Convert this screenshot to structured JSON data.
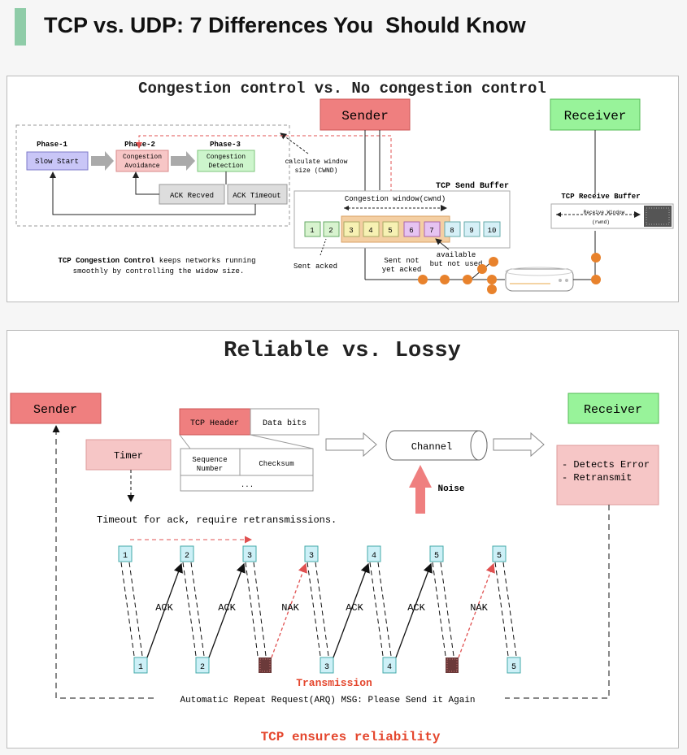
{
  "page": {
    "title": "TCP vs. UDP: 7 Differences You  Should Know"
  },
  "top": {
    "heading": "Congestion control vs. No congestion control",
    "sender": "Sender",
    "receiver": "Receiver",
    "phases": [
      {
        "phase": "Phase-1",
        "label": "Slow Start"
      },
      {
        "phase": "Phase-2",
        "label": "Congestion Avoidance"
      },
      {
        "phase": "Phase-3",
        "label": "Congestion Detection"
      }
    ],
    "ack_recved": "ACK Recved",
    "ack_timeout": "ACK Timeout",
    "calc_window_1": "calculate window",
    "calc_window_2": "size (CWND)",
    "send_buffer_title": "TCP Send Buffer",
    "cwnd_label": "Congestion window(cwnd)",
    "packets": [
      "1",
      "2",
      "3",
      "4",
      "5",
      "6",
      "7",
      "8",
      "9",
      "10"
    ],
    "sent_acked": "Sent acked",
    "sent_not_1": "Sent not",
    "sent_not_2": "yet acked",
    "avail_1": "available",
    "avail_2": "but not used",
    "receive_buffer_title": "TCP Receive Buffer",
    "receive_window_1": "Receive Window",
    "receive_window_2": "(rwnd)",
    "note_bold": "TCP Congestion Control",
    "note_rest": " keeps networks running",
    "note_line2": "smoothly by controlling the widow size."
  },
  "bottom": {
    "heading": "Reliable vs. Lossy",
    "sender": "Sender",
    "receiver": "Receiver",
    "timer": "Timer",
    "tcp_header": "TCP Header",
    "data_bits": "Data bits",
    "seq_1": "Sequence",
    "seq_2": "Number",
    "checksum": "Checksum",
    "ellipsis": "...",
    "channel": "Channel",
    "noise": "Noise",
    "detects": "- Detects Error",
    "retransmit": "- Retransmit",
    "timeout": "Timeout for ack, require retransmissions.",
    "top_packets": [
      "1",
      "2",
      "3",
      "3",
      "4",
      "5",
      "5"
    ],
    "bottom_packets": [
      "1",
      "2",
      "3",
      "4",
      "5"
    ],
    "labels": [
      "ACK",
      "ACK",
      "NAK",
      "ACK",
      "ACK",
      "NAK"
    ],
    "transmission": "Transmission",
    "arq": "Automatic Repeat Request(ARQ) MSG: Please Send it Again",
    "footer": "TCP ensures reliability"
  },
  "colors": {
    "sender_red": "#ef7f7f",
    "receiver_green": "#98f39a",
    "dot_orange": "#e8822c",
    "footer_red": "#e4472e"
  }
}
